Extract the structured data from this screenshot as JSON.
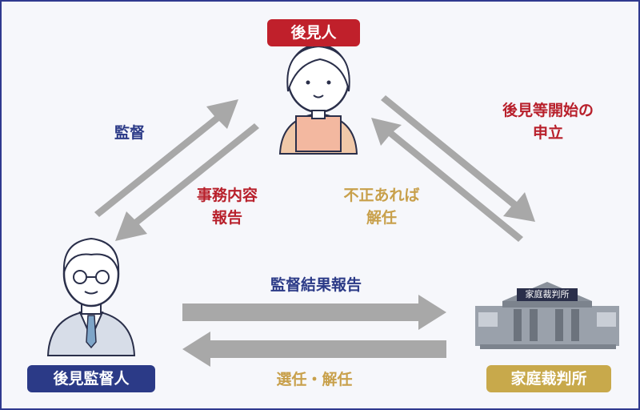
{
  "colors": {
    "guardian_badge": "#c0202b",
    "supervisor_badge": "#2b3a87",
    "court_badge": "#c8a94b",
    "red_text": "#b8202b",
    "blue_text": "#2b3a87",
    "gold_text": "#c8a04b",
    "arrow": "#a8a8a8"
  },
  "nodes": {
    "guardian": "後見人",
    "supervisor": "後見監督人",
    "court": "家庭裁判所",
    "court_sign": "家庭裁判所"
  },
  "edges": {
    "supervise": "監督",
    "report_work_1": "事務内容",
    "report_work_2": "報告",
    "dismiss_if_fraud_1": "不正あれば",
    "dismiss_if_fraud_2": "解任",
    "petition_1": "後見等開始の",
    "petition_2": "申立",
    "supervision_report": "監督結果報告",
    "appoint_dismiss": "選任・解任"
  }
}
